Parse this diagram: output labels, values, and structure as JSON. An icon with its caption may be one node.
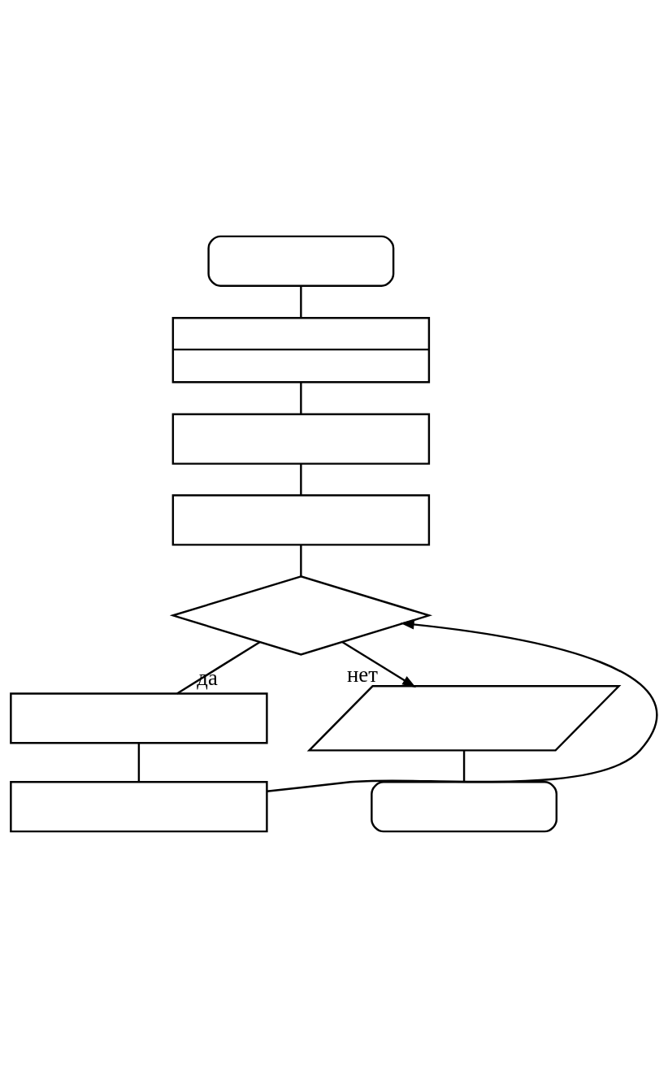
{
  "diagram": {
    "nodes": [
      {
        "text": [],
        "shape": "oval"
      },
      {
        "text": [],
        "shape": "box"
      },
      {
        "text": [],
        "shape": "box"
      },
      {
        "text": [],
        "shape": "box"
      },
      {
        "text": [],
        "shape": "diamond"
      },
      {
        "text": [],
        "shape": "box"
      },
      {
        "text": [],
        "shape": "box"
      },
      {
        "text": [],
        "shape": "parallelogram"
      },
      {
        "text": [],
        "shape": "oval"
      }
    ],
    "edges": [
      {
        "from": 0,
        "to": 1,
        "arrow": "none"
      },
      {
        "from": 1,
        "to": 2,
        "arrow": "none"
      },
      {
        "from": 2,
        "to": 3,
        "arrow": "none"
      },
      {
        "from": 3,
        "to": 4,
        "arrow": "none"
      },
      {
        "from": 4,
        "to": 5,
        "arrow": "none",
        "label": "да"
      },
      {
        "from": 5,
        "to": 6,
        "arrow": "none"
      },
      {
        "from": 6,
        "to": 4,
        "arrow": "to"
      },
      {
        "from": 4,
        "to": 7,
        "arrow": "to",
        "label": "нет"
      },
      {
        "from": 7,
        "to": 8,
        "arrow": "none"
      }
    ]
  }
}
